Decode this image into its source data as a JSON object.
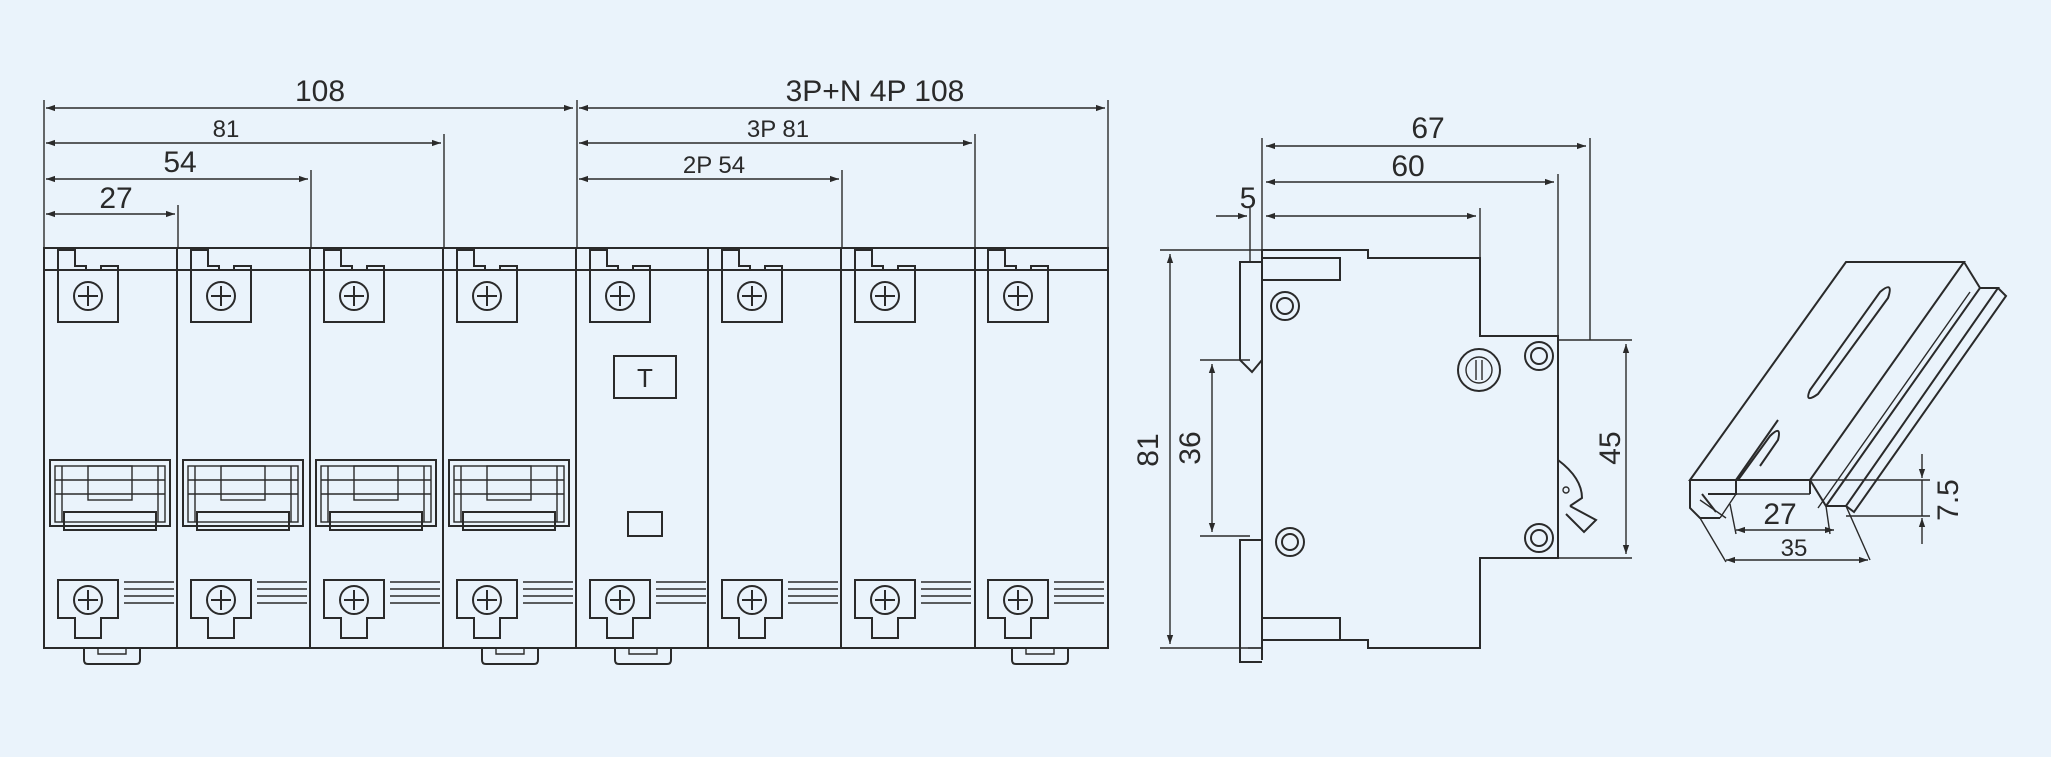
{
  "colors": {
    "background": "#eaf3fb",
    "line": "#2a2a2a"
  },
  "front_view": {
    "dim_108": "108",
    "dim_81": "81",
    "dim_54": "54",
    "dim_27": "27",
    "dim_3pn_4p": "3P+N 4P 108",
    "dim_3p": "3P 81",
    "dim_2p": "2P 54",
    "test_button": "T"
  },
  "side_view": {
    "dim_67": "67",
    "dim_60": "60",
    "dim_5": "5",
    "dim_81": "81",
    "dim_36": "36",
    "dim_45": "45"
  },
  "rail_view": {
    "dim_27": "27",
    "dim_35": "35",
    "dim_7_5": "7.5"
  }
}
